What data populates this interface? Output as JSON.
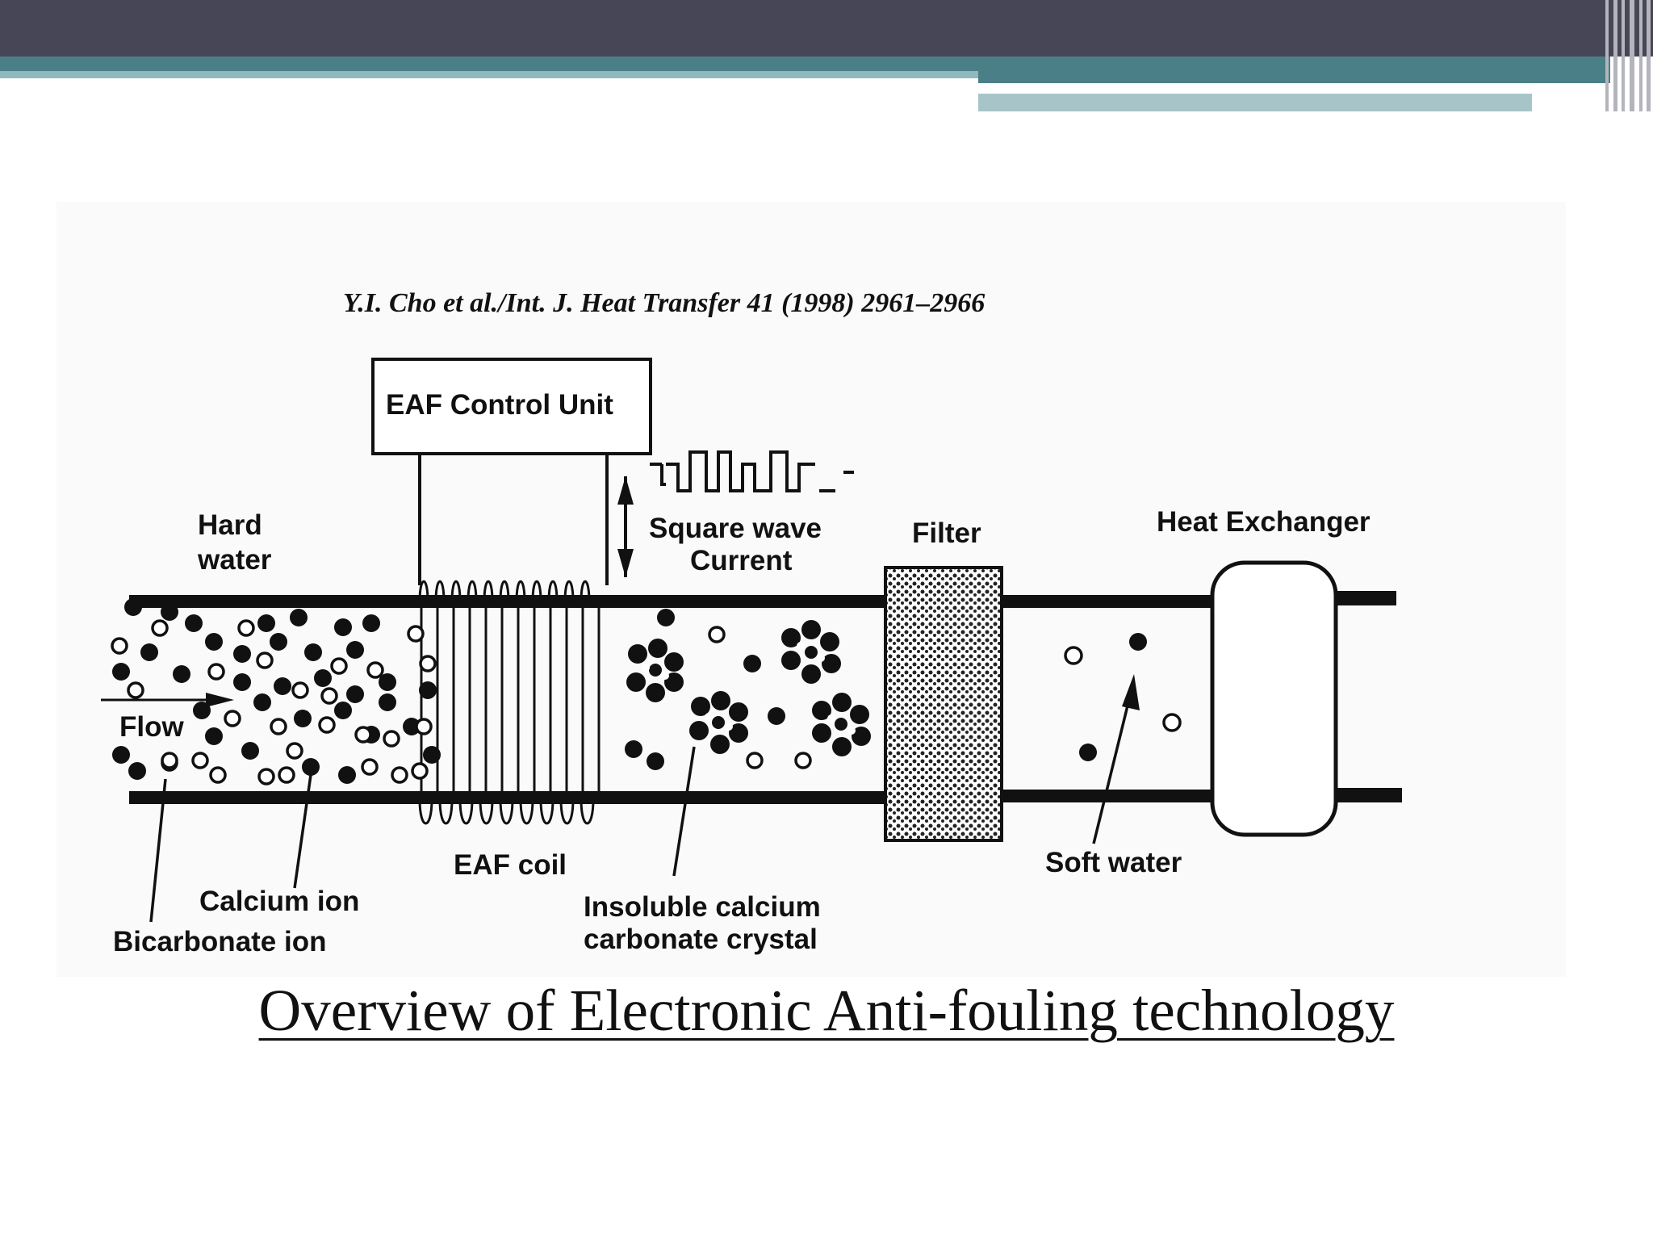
{
  "slide": {
    "reference": "Y.I. Cho et al./Int. J. Heat Transfer 41 (1998) 2961–2966",
    "caption": "Overview of Electronic Anti-fouling technology"
  },
  "diagram": {
    "control_unit": "EAF Control Unit",
    "hard_water": [
      "Hard",
      "water"
    ],
    "flow": "Flow",
    "square_wave": [
      "Square wave",
      "Current"
    ],
    "filter": "Filter",
    "heat_exchanger": "Heat Exchanger",
    "eaf_coil": "EAF coil",
    "calcium_ion": "Calcium ion",
    "bicarbonate_ion": "Bicarbonate ion",
    "crystal": [
      "Insoluble calcium",
      "carbonate crystal"
    ],
    "soft_water": "Soft water"
  },
  "colors": {
    "top_band": "#474657",
    "teal_band": "#4a7f87",
    "light_teal": "#a7c5c9"
  }
}
